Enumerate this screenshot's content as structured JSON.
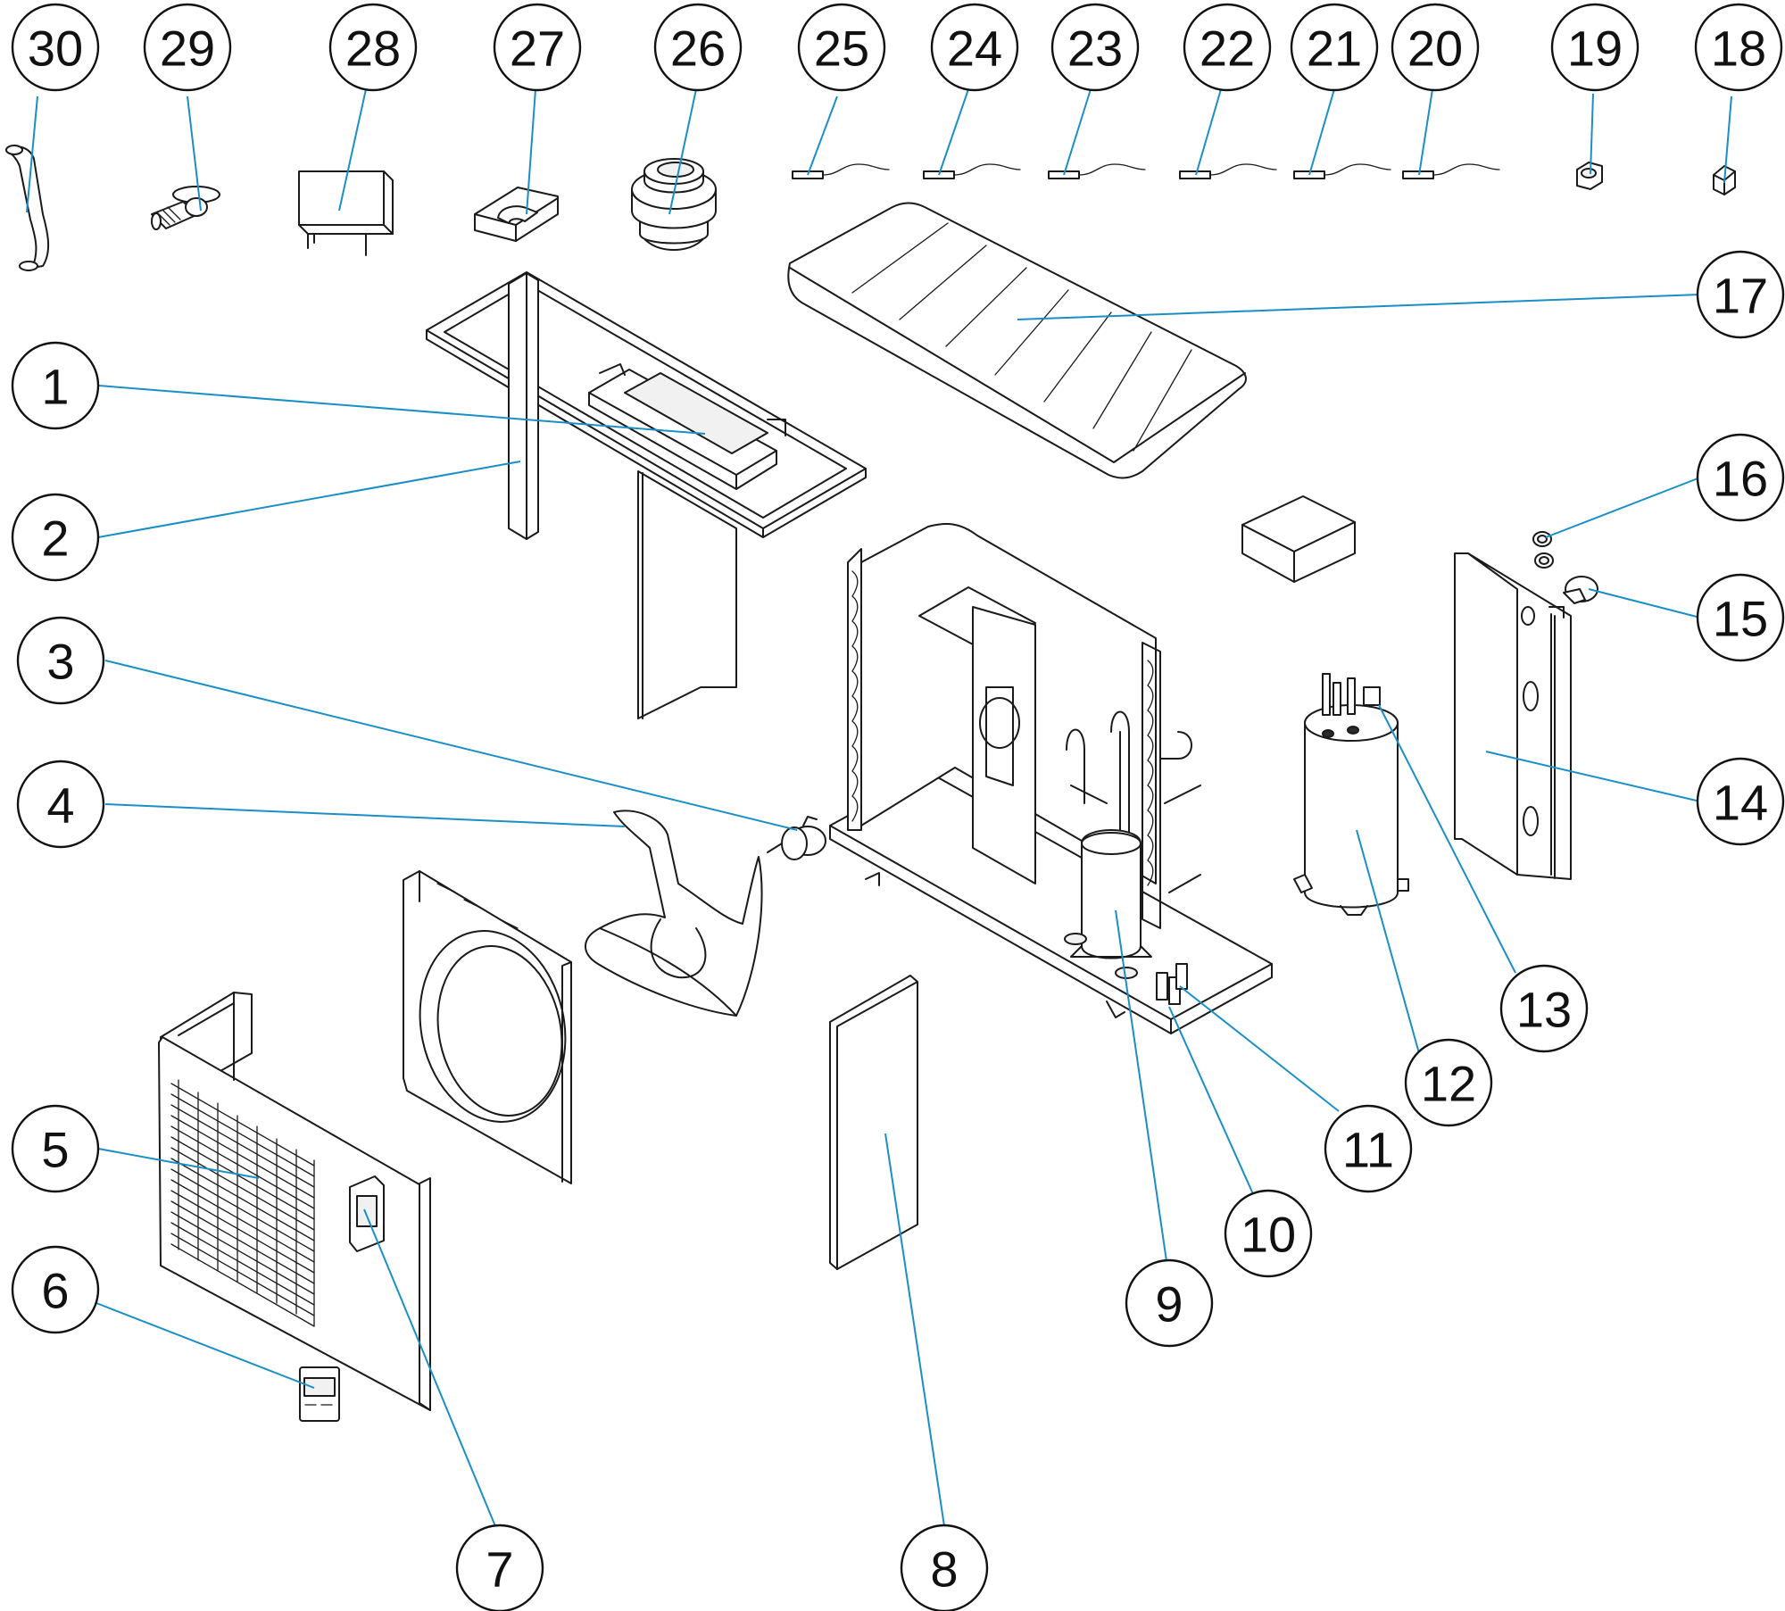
{
  "callouts": [
    {
      "id": "1",
      "label": "1"
    },
    {
      "id": "2",
      "label": "2"
    },
    {
      "id": "3",
      "label": "3"
    },
    {
      "id": "4",
      "label": "4"
    },
    {
      "id": "5",
      "label": "5"
    },
    {
      "id": "6",
      "label": "6"
    },
    {
      "id": "7",
      "label": "7"
    },
    {
      "id": "8",
      "label": "8"
    },
    {
      "id": "9",
      "label": "9"
    },
    {
      "id": "10",
      "label": "10"
    },
    {
      "id": "11",
      "label": "11"
    },
    {
      "id": "12",
      "label": "12"
    },
    {
      "id": "13",
      "label": "13"
    },
    {
      "id": "14",
      "label": "14"
    },
    {
      "id": "15",
      "label": "15"
    },
    {
      "id": "16",
      "label": "16"
    },
    {
      "id": "17",
      "label": "17"
    },
    {
      "id": "18",
      "label": "18"
    },
    {
      "id": "19",
      "label": "19"
    },
    {
      "id": "20",
      "label": "20"
    },
    {
      "id": "21",
      "label": "21"
    },
    {
      "id": "22",
      "label": "22"
    },
    {
      "id": "23",
      "label": "23"
    },
    {
      "id": "24",
      "label": "24"
    },
    {
      "id": "25",
      "label": "25"
    },
    {
      "id": "26",
      "label": "26"
    },
    {
      "id": "27",
      "label": "27"
    },
    {
      "id": "28",
      "label": "28"
    },
    {
      "id": "29",
      "label": "29"
    },
    {
      "id": "30",
      "label": "30"
    }
  ],
  "colors": {
    "leader_line": "#1a8fc7",
    "outline": "#1a1a1a",
    "background": "#ffffff"
  }
}
